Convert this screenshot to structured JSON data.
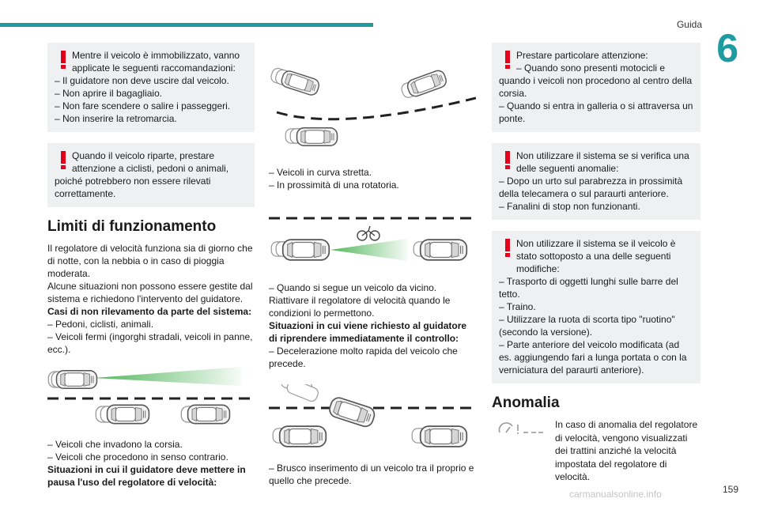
{
  "header": {
    "section": "Guida",
    "chapter": "6",
    "page": "159"
  },
  "watermark": "carmanualsonline.info",
  "colors": {
    "accent": "#1e9ba0",
    "warning": "#e2001a",
    "box_bg": "#eef0f1"
  },
  "col1": {
    "warn1": {
      "lead": "Mentre il veicolo è immobilizzato, vanno applicate le seguenti raccomandazioni:",
      "items": [
        "–  Il guidatore non deve uscire dal veicolo.",
        "–  Non aprire il bagagliaio.",
        "–  Non fare scendere o salire i passeggeri.",
        "–  Non inserire la retromarcia."
      ]
    },
    "warn2": {
      "lead": "Quando il veicolo riparte, prestare attenzione a ciclisti, pedoni o animali,",
      "rest": "poiché potrebbero non essere rilevati correttamente."
    },
    "heading": "Limiti di funzionamento",
    "p1": "Il regolatore di velocità funziona sia di giorno che di notte, con la nebbia o in caso di pioggia moderata.",
    "p2": "Alcune situazioni non possono essere gestite dal sistema e richiedono l'intervento del guidatore.",
    "p3": "Casi di non rilevamento da parte del sistema:",
    "p4": "–  Pedoni, ciclisti, animali.",
    "p5": "–  Veicoli fermi (ingorghi stradali, veicoli in panne, ecc.).",
    "p6": "–  Veicoli che invadono la corsia.",
    "p7": "–  Veicoli che procedono in senso contrario.",
    "p8": "Situazioni in cui il guidatore deve mettere in pausa l'uso del regolatore di velocità:"
  },
  "col2": {
    "p1": "–  Veicoli in curva stretta.",
    "p2": "–  In prossimità di una rotatoria.",
    "p3": "–  Quando si segue un veicolo da vicino. Riattivare il regolatore di velocità quando le condizioni lo permettono.",
    "p4": "Situazioni in cui viene richiesto al guidatore di riprendere immediatamente il controllo:",
    "p5": "–  Decelerazione molto rapida del veicolo che precede.",
    "p6": "–  Brusco inserimento di un veicolo tra il proprio e quello che precede."
  },
  "col3": {
    "warn1": {
      "lead": "Prestare particolare attenzione:",
      "lead2": "–  Quando sono presenti motocicli e",
      "rest": "quando i veicoli non procedono al centro della corsia.",
      "item": "–  Quando si entra in galleria o si attraversa un ponte."
    },
    "warn2": {
      "lead": "Non utilizzare il sistema se si verifica una delle seguenti anomalie:",
      "items": [
        "–  Dopo un urto sul parabrezza in prossimità della telecamera o sul paraurti anteriore.",
        "–  Fanalini di stop non funzionanti."
      ]
    },
    "warn3": {
      "lead": "Non utilizzare il sistema se il veicolo è stato sottoposto a una delle seguenti modifiche:",
      "items": [
        "–  Trasporto di oggetti lunghi sulle barre del tetto.",
        "–  Traino.",
        "–  Utilizzare la ruota di scorta tipo \"ruotino\" (secondo la versione).",
        "–  Parte anteriore del veicolo modificata (ad es. aggiungendo fari a lunga portata o con la verniciatura del paraurti anteriore)."
      ]
    },
    "heading": "Anomalia",
    "anomaly_text": "In caso di anomalia del regolatore di velocità, vengono visualizzati dei trattini anziché la velocità impostata del regolatore di velocità.",
    "anomaly_icon": "speed-display-dashes-icon"
  }
}
